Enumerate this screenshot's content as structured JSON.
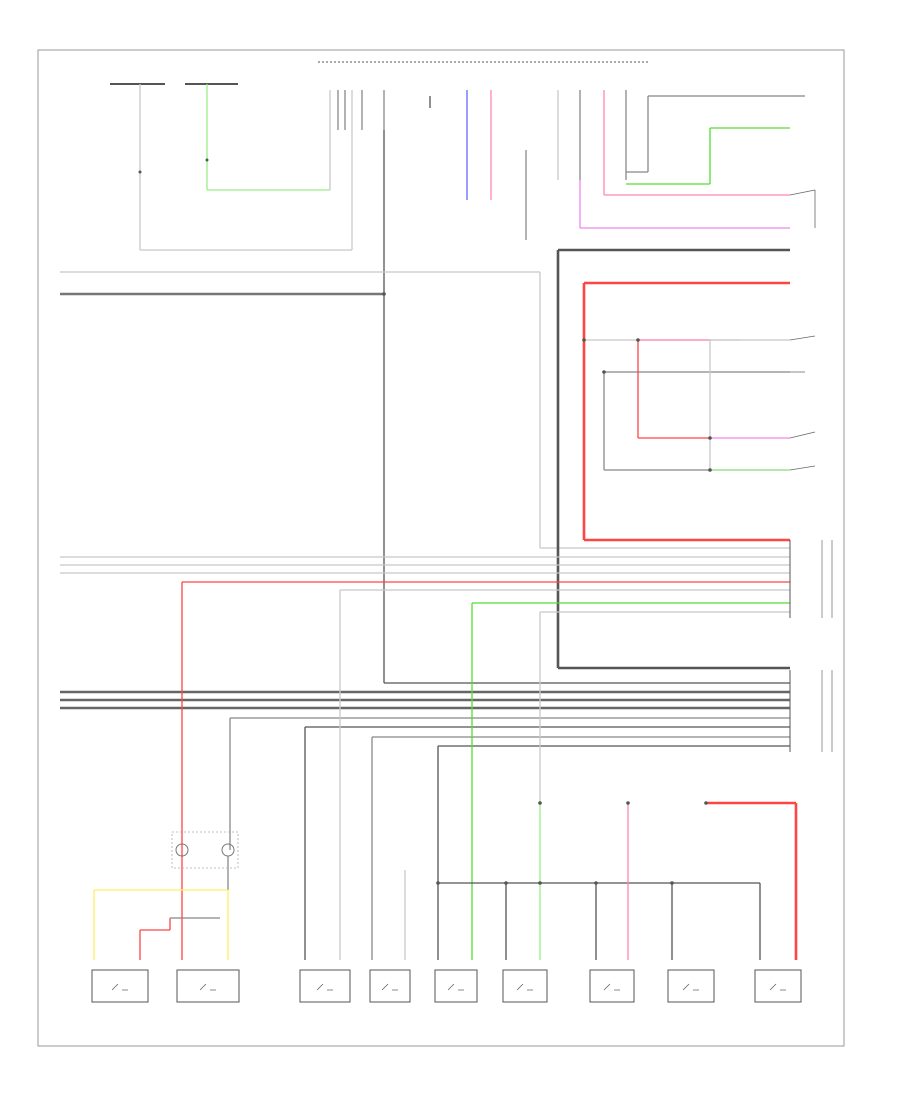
{
  "page_label": "",
  "colors": {
    "dark": "#555555",
    "gray": "#888888",
    "light": "#c8c8c8",
    "green": "#55dd33",
    "lightgreen": "#99ee88",
    "red": "#ff4444",
    "pink": "#ff88aa",
    "violet": "#ee88ee",
    "blue": "#6666ff",
    "yellow": "#ffee66"
  },
  "bottom_switches": [
    {
      "id": "sw1",
      "caption": ""
    },
    {
      "id": "sw2",
      "caption": ""
    },
    {
      "id": "sw3",
      "caption": ""
    },
    {
      "id": "sw4",
      "caption": ""
    },
    {
      "id": "sw5",
      "caption": ""
    },
    {
      "id": "sw6",
      "caption": ""
    },
    {
      "id": "sw7",
      "caption": ""
    },
    {
      "id": "sw8",
      "caption": ""
    },
    {
      "id": "sw9",
      "caption": ""
    }
  ]
}
